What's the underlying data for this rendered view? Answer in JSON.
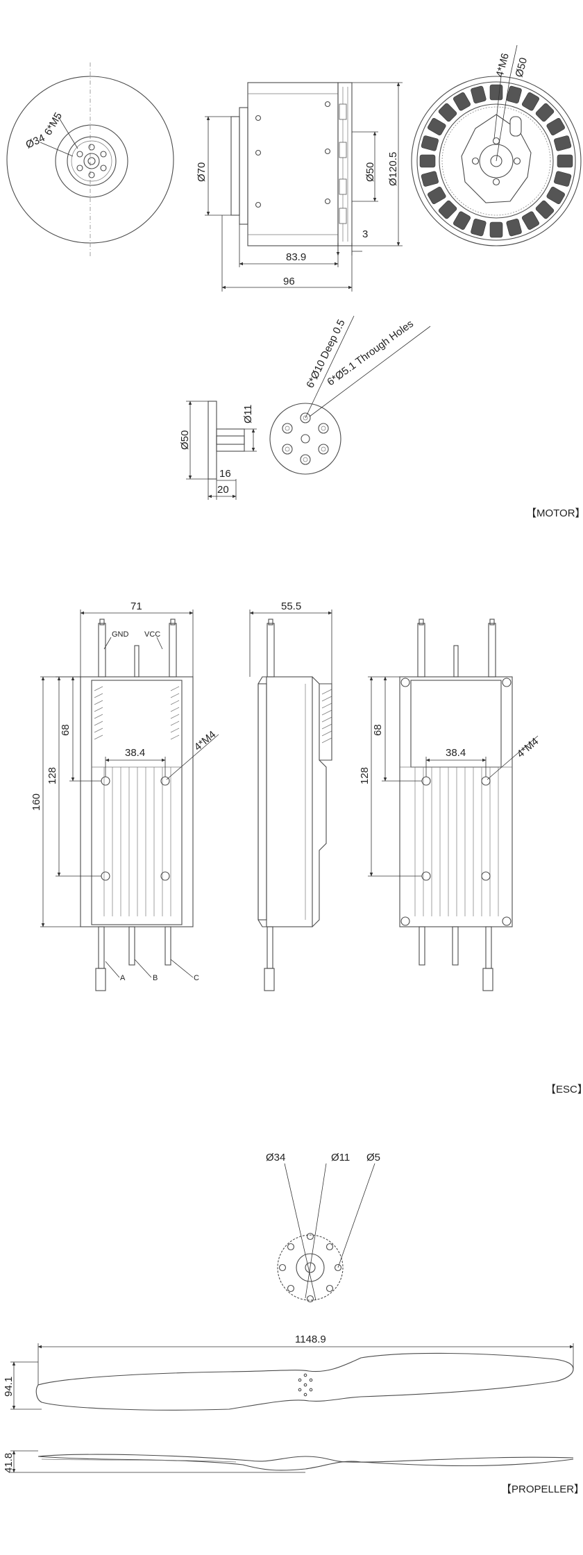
{
  "sections": {
    "motor": "【MOTOR】",
    "esc": "【ESC】",
    "propeller": "【PROPELLER】"
  },
  "motor": {
    "front": {
      "bolts": "6*M5",
      "bolt_circle": "Ø34"
    },
    "side": {
      "d70": "Ø70",
      "d50": "Ø50",
      "d120": "Ø120.5",
      "l83": "83.9",
      "l96": "96",
      "l3": "3"
    },
    "rear": {
      "bolts": "4*M6",
      "d50": "Ø50"
    },
    "adapter": {
      "d50": "Ø50",
      "d11": "Ø11",
      "l16": "16",
      "l20": "20",
      "deep": "6*Ø10 Deep 0.5",
      "through": "6*Ø5.1 Through Holes"
    }
  },
  "esc": {
    "w71": "71",
    "w55": "55.5",
    "h160": "160",
    "h128": "128",
    "h68": "68",
    "p38": "38.4",
    "m4": "4*M4",
    "gnd": "GND",
    "vcc": "VCC",
    "a": "A",
    "b": "B",
    "c": "C",
    "h128b": "128",
    "h68b": "68",
    "p38b": "38.4",
    "m4b": "4*M4"
  },
  "propeller": {
    "d34": "Ø34",
    "d11": "Ø11",
    "d5": "Ø5",
    "length": "1148.9",
    "width": "94.1",
    "thickness": "41.8"
  }
}
